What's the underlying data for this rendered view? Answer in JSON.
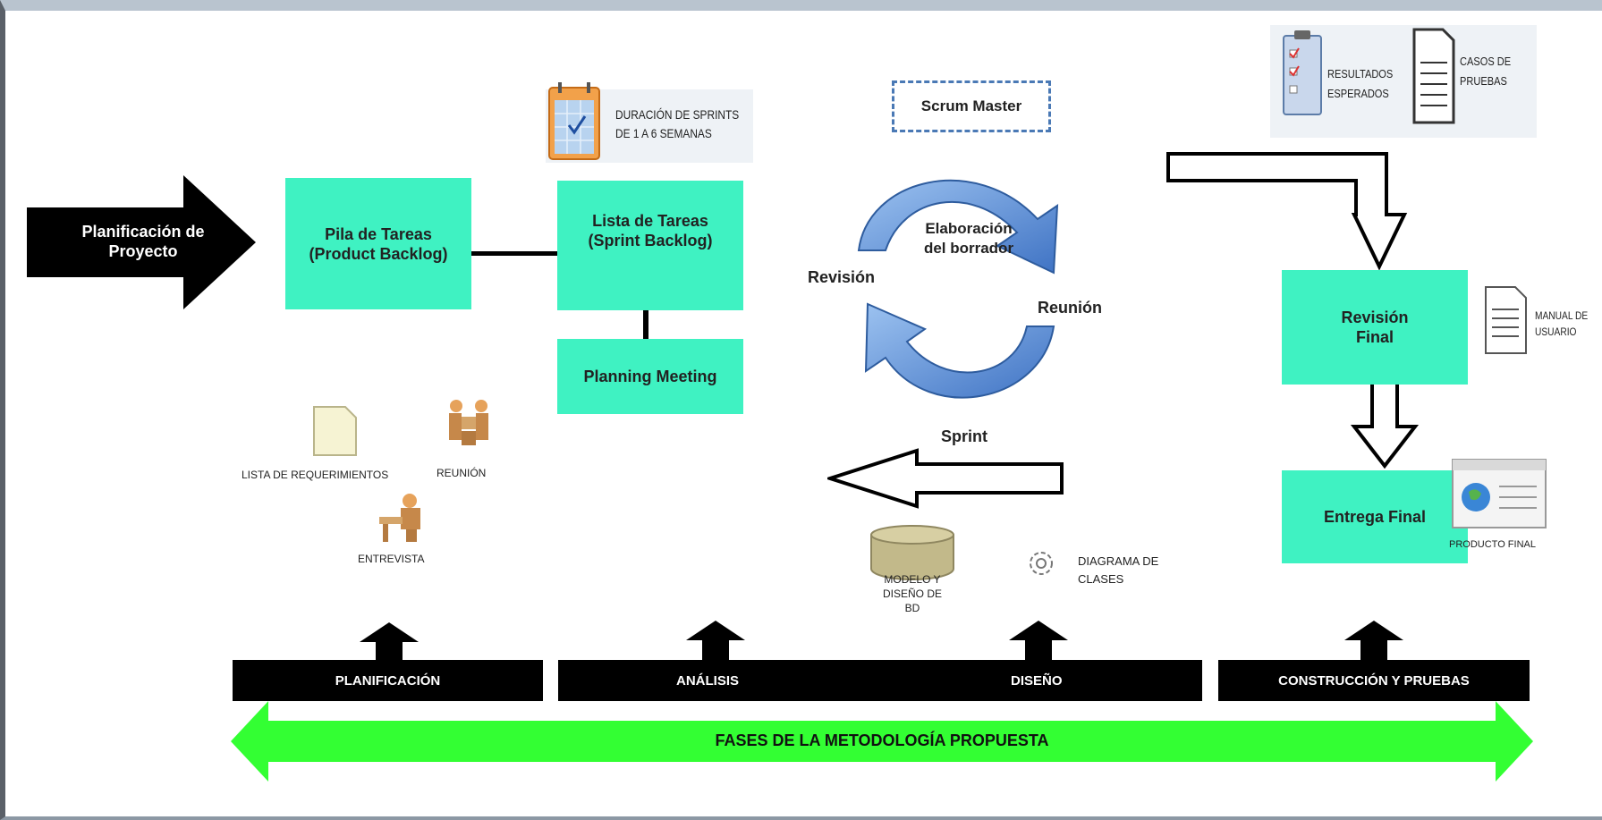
{
  "left_arrow": {
    "text": "Planificación de\nProyecto"
  },
  "boxes": {
    "product_backlog": "Pila de Tareas\n(Product Backlog)",
    "sprint_backlog": "Lista de Tareas\n(Sprint Backlog)",
    "planning_meeting": "Planning Meeting",
    "revision_final": "Revisión\nFinal",
    "entrega_final": "Entrega Final"
  },
  "sprint_duration": "DURACIÓN DE SPRINTS\nDE 1 A 6 SEMANAS",
  "cycle": {
    "scrum_master": "Scrum Master",
    "elaboracion": "Elaboración\ndel borrador",
    "revision": "Revisión",
    "reunion": "Reunión",
    "sprint": "Sprint"
  },
  "planning_icons": {
    "lista": "LISTA DE REQUERIMIENTOS",
    "reunion": "REUNIÓN",
    "entrevista": "ENTREVISTA"
  },
  "design_icons": {
    "modelo": "MODELO Y\nDISEÑO DE\nBD",
    "diagrama": "DIAGRAMA DE\nCLASES"
  },
  "test_icons": {
    "resultados": "RESULTADOS\nESPERADOS",
    "casos": "CASOS DE\nPRUEBAS",
    "manual": "MANUAL DE\nUSUARIO",
    "producto": "PRODUCTO FINAL"
  },
  "phases": {
    "planificacion": "PLANIFICACIÓN",
    "analisis": "ANÁLISIS",
    "diseno": "DISEÑO",
    "construccion": "CONSTRUCCIÓN Y PRUEBAS"
  },
  "banner": "FASES DE LA METODOLOGÍA PROPUESTA",
  "colors": {
    "box": "#3ff2c2",
    "banner": "#33ff33",
    "cycle_arrow": "#5b8fd6"
  }
}
